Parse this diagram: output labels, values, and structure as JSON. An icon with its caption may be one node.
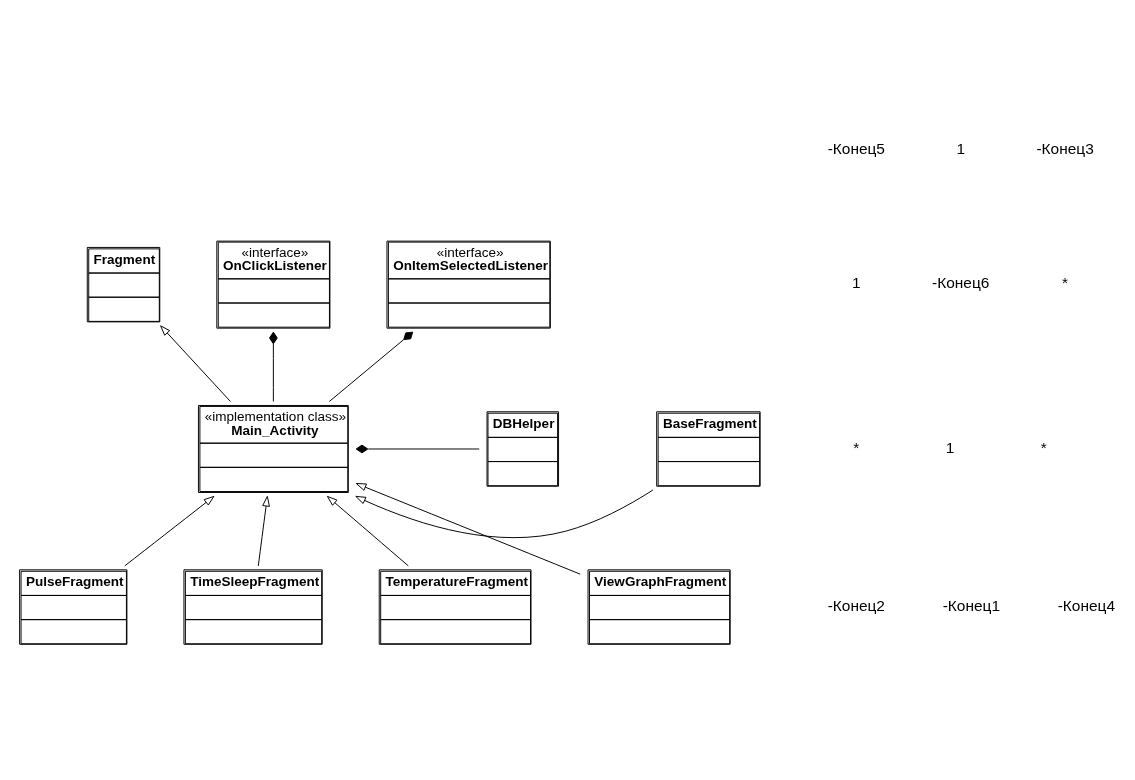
{
  "diagram": {
    "nodes": [
      {
        "text": [
          "Fragment"
        ]
      },
      {
        "text": [
          "«interface»",
          "OnClickListener"
        ]
      },
      {
        "text": [
          "«interface»",
          "OnItemSelectedListener"
        ]
      },
      {
        "text": [
          "DBHelper"
        ]
      },
      {
        "text": [
          "«implementation class»",
          "Main_Activity"
        ]
      },
      {
        "text": [
          "BaseFragment"
        ]
      },
      {
        "text": [
          "PulseFragment"
        ]
      },
      {
        "text": [
          "TimeSleepFragment"
        ]
      },
      {
        "text": [
          "TemperatureFragment"
        ]
      },
      {
        "text": [
          "ViewGraphFragment"
        ]
      }
    ],
    "edges": [
      {
        "from": 4,
        "to": 0,
        "arrow": "to"
      },
      {
        "from": 4,
        "to": 1,
        "arrow": "other"
      },
      {
        "from": 4,
        "to": 2,
        "arrow": "other"
      },
      {
        "from": 3,
        "to": 4,
        "arrow": "other"
      },
      {
        "from": 5,
        "to": 4,
        "arrow": "to"
      },
      {
        "from": 6,
        "to": 4,
        "arrow": "to"
      },
      {
        "from": 7,
        "to": 4,
        "arrow": "to"
      },
      {
        "from": 9,
        "to": 4,
        "arrow": "to"
      },
      {
        "from": 8,
        "to": 4,
        "arrow": "to"
      }
    ],
    "labels": [
      "-Конец5",
      "1",
      "-Конец3",
      "1",
      "-Конец6",
      "*",
      "*",
      "1",
      "*",
      "-Конец2",
      "-Конец1",
      "-Конец4"
    ]
  }
}
